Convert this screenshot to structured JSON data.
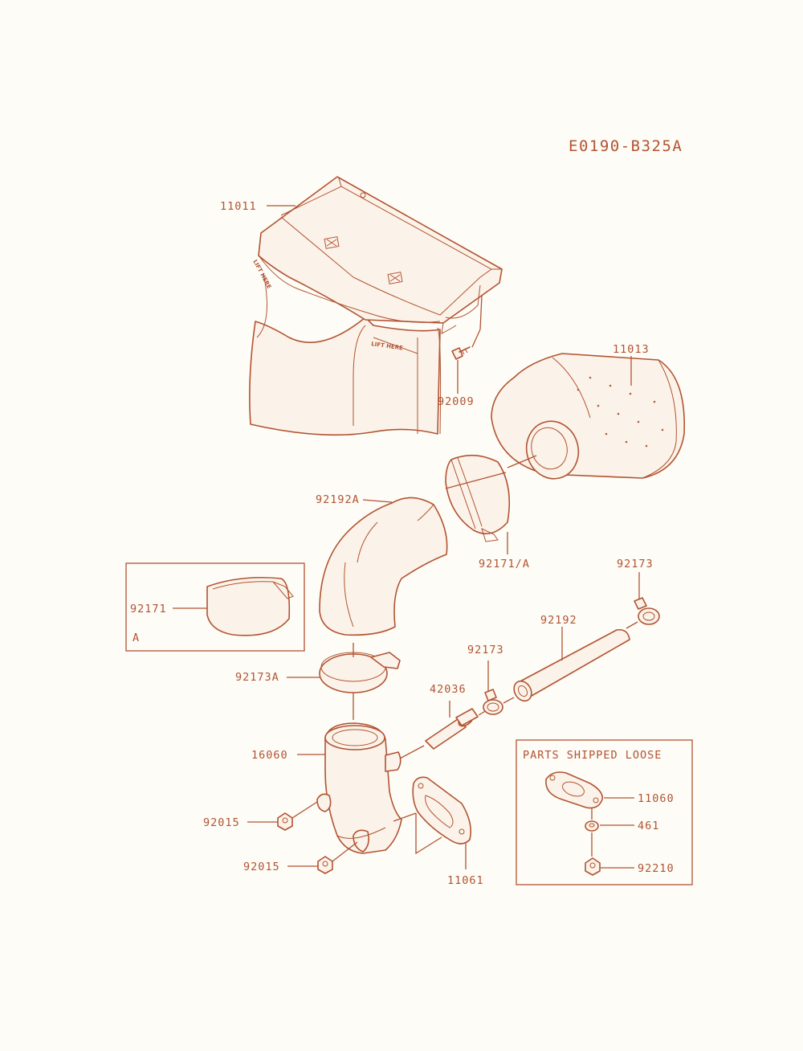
{
  "diagram_code": "E0190-B325A",
  "part_labels": {
    "p11011": "11011",
    "p92009": "92009",
    "p11013": "11013",
    "p92192A": "92192A",
    "p92171A": "92171/A",
    "p92171": "92171",
    "inset_a": "A",
    "p92173_top": "92173",
    "p92192": "92192",
    "p92173_mid": "92173",
    "p42036": "42036",
    "p92173A": "92173A",
    "p16060": "16060",
    "p92015_top": "92015",
    "p92015_bot": "92015",
    "p11061": "11061",
    "p11060": "11060",
    "p461": "461",
    "p92210": "92210"
  },
  "loose_box_title": "PARTS SHIPPED LOOSE",
  "cover_text_1": "LIFT HERE",
  "cover_text_2": "LIFT HERE",
  "colors": {
    "ink": "#b25332",
    "paper": "#fdfcf6"
  }
}
